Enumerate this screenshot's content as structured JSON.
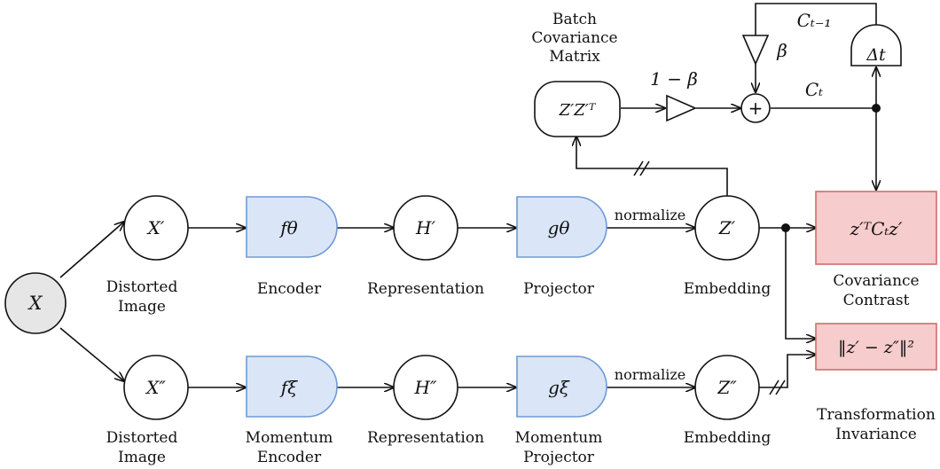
{
  "nodes": {
    "x": "X",
    "x_prime": "X′",
    "x_dprime": "X″",
    "f_theta": "fθ",
    "f_xi": "fξ",
    "h_prime": "H′",
    "h_dprime": "H″",
    "g_theta": "gθ",
    "g_xi": "gξ",
    "z_prime": "Z′",
    "z_dprime": "Z″",
    "zz_t": "Z′Z′ᵀ",
    "one_minus_beta": "1 − β",
    "beta": "β",
    "plus": "+",
    "delta_t": "Δt",
    "c_t": "Cₜ",
    "c_t_minus_1": "Cₜ₋₁",
    "contrast_formula": "z′ᵀCₜz′",
    "invariance_formula": "‖z′ − z″‖²"
  },
  "labels": {
    "normalize_top": "normalize",
    "normalize_bottom": "normalize",
    "batch_cov_l1": "Batch",
    "batch_cov_l2": "Covariance",
    "batch_cov_l3": "Matrix",
    "distorted_top_l1": "Distorted",
    "distorted_top_l2": "Image",
    "encoder_top": "Encoder",
    "representation_top": "Representation",
    "projector_top": "Projector",
    "embedding_top": "Embedding",
    "cov_contrast_l1": "Covariance",
    "cov_contrast_l2": "Contrast",
    "distorted_bottom_l1": "Distorted",
    "distorted_bottom_l2": "Image",
    "momentum_encoder_l1": "Momentum",
    "momentum_encoder_l2": "Encoder",
    "representation_bottom": "Representation",
    "momentum_projector_l1": "Momentum",
    "momentum_projector_l2": "Projector",
    "embedding_bottom": "Embedding",
    "transform_inv_l1": "Transformation",
    "transform_inv_l2": "Invariance"
  },
  "colors": {
    "network_fill": "#dae6f7",
    "network_stroke": "#6d9bd6",
    "loss_fill": "#f6cccc",
    "loss_stroke": "#d46a6a",
    "input_fill": "#e6e6e6"
  }
}
